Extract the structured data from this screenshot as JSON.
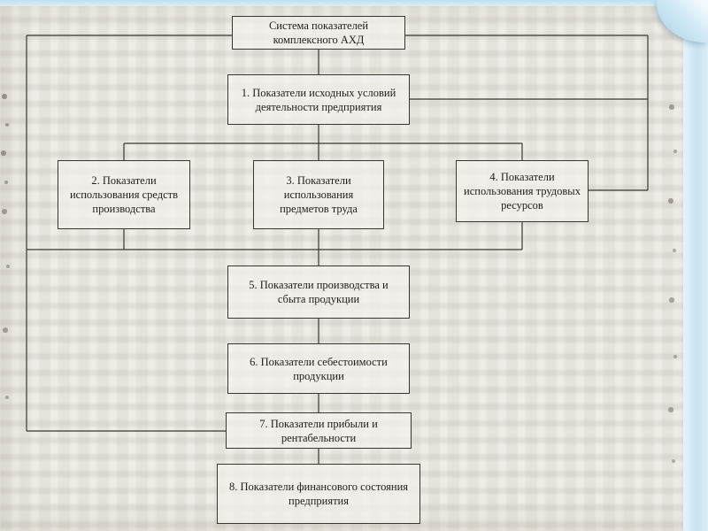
{
  "diagram": {
    "title": "Система показателей комплексного АХД",
    "boxes": [
      {
        "id": "1",
        "label": "1. Показатели исходных условий деятельности предприятия"
      },
      {
        "id": "2",
        "label": "2. Показатели использования средств производства"
      },
      {
        "id": "3",
        "label": "3. Показатели использования предметов труда"
      },
      {
        "id": "4",
        "label": "4. Показатели использования трудовых ресурсов"
      },
      {
        "id": "5",
        "label": "5. Показатели производства и сбыта продукции"
      },
      {
        "id": "6",
        "label": "6. Показатели себестоимости продукции"
      },
      {
        "id": "7",
        "label": "7. Показатели прибыли и рентабельности"
      },
      {
        "id": "8",
        "label": "8. Показатели финансового состояния предприятия"
      }
    ],
    "colors": {
      "connector_line": "#3a362f",
      "box_background": "#f3f1eb",
      "page_background": "#efede7",
      "slide_accent": "#c9e4f1"
    }
  }
}
